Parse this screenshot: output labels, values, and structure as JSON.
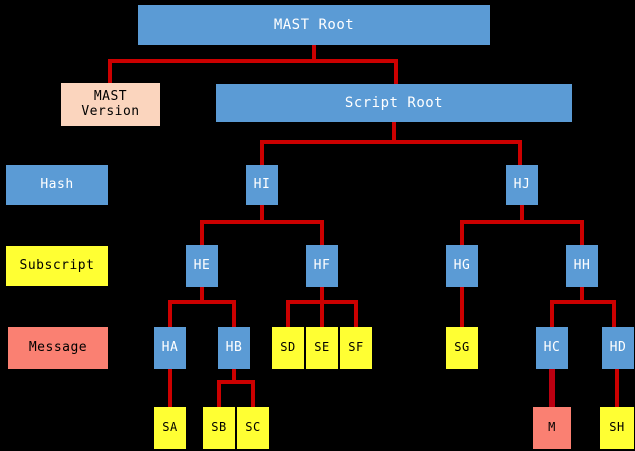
{
  "diagram": {
    "title": "MAST Root",
    "background_color": "#000000",
    "colors": {
      "hash": "#5B9BD5",
      "subscript": "#FFFF33",
      "message": "#FA8072",
      "version": "#FBD5BE",
      "edge": "#CC0000",
      "text_light": "#FFFFFF",
      "text_dark": "#000000"
    }
  },
  "legend": {
    "items": [
      {
        "key": "hash",
        "label": "Hash",
        "color": "#5B9BD5"
      },
      {
        "key": "subscript",
        "label": "Subscript",
        "color": "#FFFF33"
      },
      {
        "key": "message",
        "label": "Message",
        "color": "#FA8072"
      }
    ]
  },
  "nodes": {
    "mast_root": {
      "label": "MAST Root",
      "type": "hash"
    },
    "mast_version": {
      "label": "MAST\nVersion",
      "type": "version"
    },
    "script_root": {
      "label": "Script Root",
      "type": "hash"
    },
    "hi": {
      "label": "HI",
      "type": "hash"
    },
    "hj": {
      "label": "HJ",
      "type": "hash"
    },
    "he": {
      "label": "HE",
      "type": "hash"
    },
    "hf": {
      "label": "HF",
      "type": "hash"
    },
    "hg": {
      "label": "HG",
      "type": "hash"
    },
    "hh": {
      "label": "HH",
      "type": "hash"
    },
    "ha": {
      "label": "HA",
      "type": "hash"
    },
    "hb": {
      "label": "HB",
      "type": "hash"
    },
    "hc": {
      "label": "HC",
      "type": "hash"
    },
    "hd": {
      "label": "HD",
      "type": "hash"
    },
    "sd": {
      "label": "SD",
      "type": "subscript"
    },
    "se": {
      "label": "SE",
      "type": "subscript"
    },
    "sf": {
      "label": "SF",
      "type": "subscript"
    },
    "sg": {
      "label": "SG",
      "type": "subscript"
    },
    "sa": {
      "label": "SA",
      "type": "subscript"
    },
    "sb": {
      "label": "SB",
      "type": "subscript"
    },
    "sc": {
      "label": "SC",
      "type": "subscript"
    },
    "sh": {
      "label": "SH",
      "type": "subscript"
    },
    "m": {
      "label": "M",
      "type": "message"
    }
  },
  "tree": {
    "root": "mast_root",
    "edges": [
      {
        "from": "mast_root",
        "to": "mast_version"
      },
      {
        "from": "mast_root",
        "to": "script_root"
      },
      {
        "from": "script_root",
        "to": "hi"
      },
      {
        "from": "script_root",
        "to": "hj"
      },
      {
        "from": "hi",
        "to": "he"
      },
      {
        "from": "hi",
        "to": "hf"
      },
      {
        "from": "hj",
        "to": "hg"
      },
      {
        "from": "hj",
        "to": "hh"
      },
      {
        "from": "he",
        "to": "ha"
      },
      {
        "from": "he",
        "to": "hb"
      },
      {
        "from": "hf",
        "to": "sd"
      },
      {
        "from": "hf",
        "to": "se"
      },
      {
        "from": "hf",
        "to": "sf"
      },
      {
        "from": "hg",
        "to": "sg"
      },
      {
        "from": "hh",
        "to": "hc"
      },
      {
        "from": "hh",
        "to": "hd"
      },
      {
        "from": "ha",
        "to": "sa"
      },
      {
        "from": "hb",
        "to": "sb"
      },
      {
        "from": "hb",
        "to": "sc"
      },
      {
        "from": "hc",
        "to": "m"
      },
      {
        "from": "hd",
        "to": "sh"
      }
    ]
  }
}
